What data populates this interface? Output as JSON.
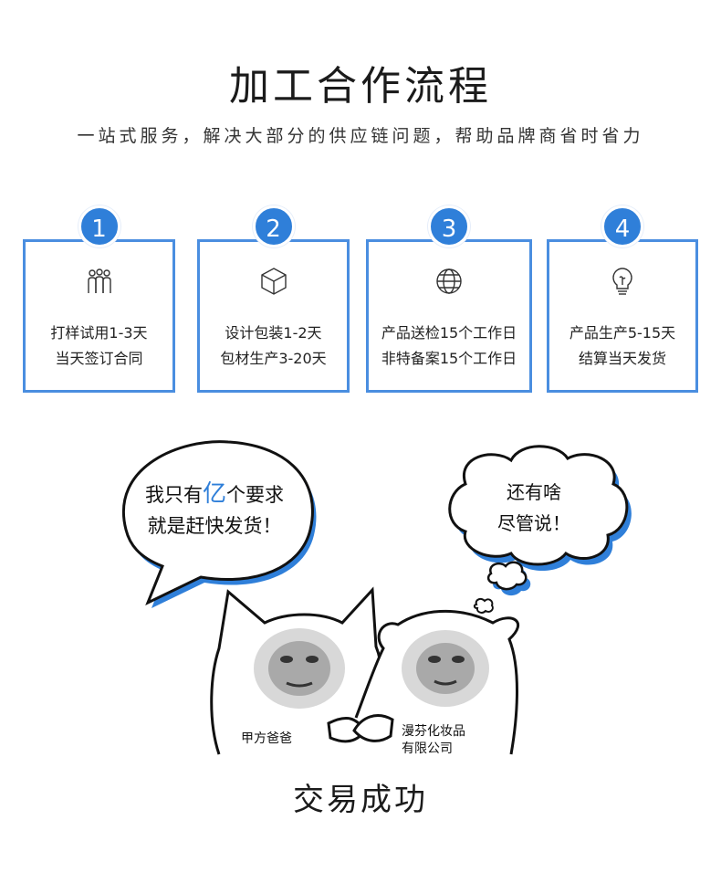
{
  "header": {
    "title": "加工合作流程",
    "subtitle": "一站式服务，解决大部分的供应链问题，帮助品牌商省时省力"
  },
  "steps": [
    {
      "number": "1",
      "icon": "people-icon",
      "line1": "打样试用1-3天",
      "line2": "当天签订合同"
    },
    {
      "number": "2",
      "icon": "box-icon",
      "line1": "设计包装1-2天",
      "line2": "包材生产3-20天"
    },
    {
      "number": "3",
      "icon": "globe-icon",
      "line1": "产品送检15个工作日",
      "line2": "非特备案15个工作日"
    },
    {
      "number": "4",
      "icon": "lightbulb-icon",
      "line1": "产品生产5-15天",
      "line2": "结算当天发货"
    }
  ],
  "illustration": {
    "left_bubble": {
      "pre": "我只有",
      "accent": "亿",
      "post": "个要求",
      "line2": "就是赶快发货！"
    },
    "right_bubble": {
      "line1": "还有啥",
      "line2": "尽管说！"
    },
    "left_tag": "甲方爸爸",
    "right_tag_line1": "漫芬化妆品",
    "right_tag_line2": "有限公司"
  },
  "footer": {
    "text": "交易成功"
  },
  "colors": {
    "accent": "#2f7fd9",
    "border": "#4a8ee0"
  }
}
